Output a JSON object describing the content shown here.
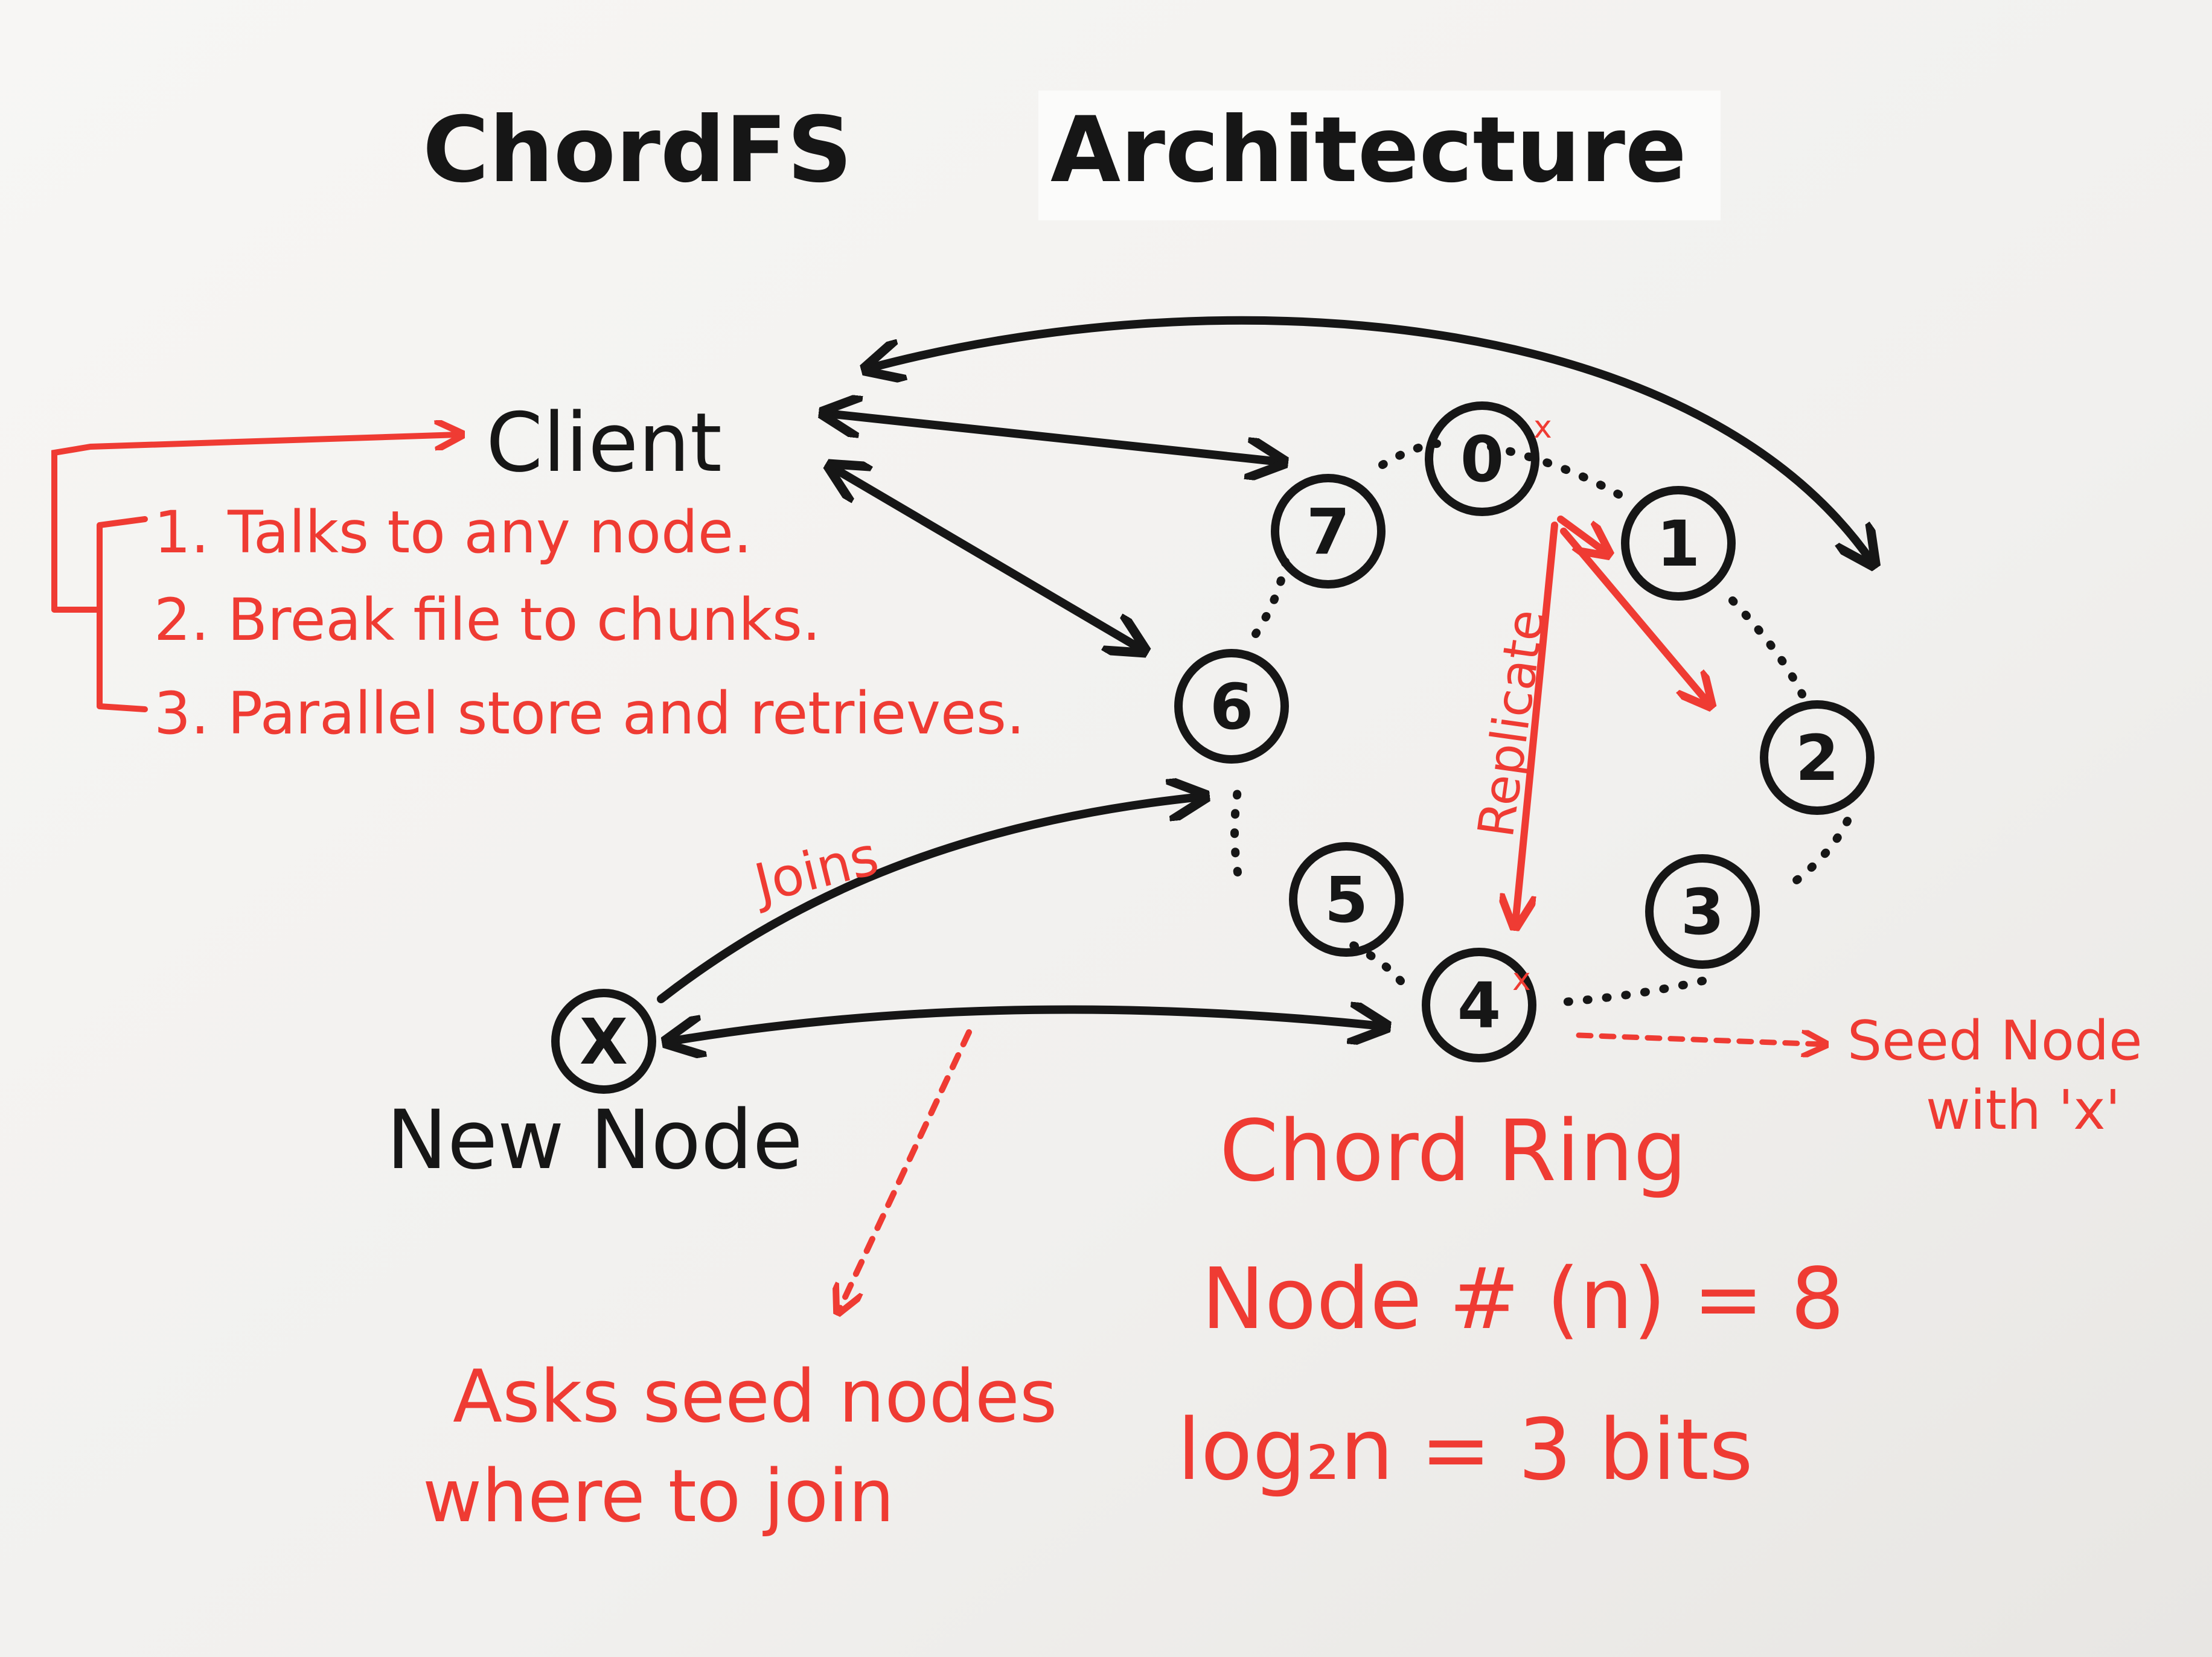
{
  "title": {
    "left": "ChordFS",
    "right": "Architecture"
  },
  "client": {
    "label": "Client",
    "notes": [
      "1. Talks to any node.",
      "2. Break file to chunks.",
      "3. Parallel store and retrieves."
    ]
  },
  "ring": {
    "nodes": [
      {
        "id": "node-0",
        "label": "0",
        "seed": true
      },
      {
        "id": "node-1",
        "label": "1",
        "seed": false
      },
      {
        "id": "node-2",
        "label": "2",
        "seed": false
      },
      {
        "id": "node-3",
        "label": "3",
        "seed": false
      },
      {
        "id": "node-4",
        "label": "4",
        "seed": true
      },
      {
        "id": "node-5",
        "label": "5",
        "seed": false
      },
      {
        "id": "node-6",
        "label": "6",
        "seed": false
      },
      {
        "id": "node-7",
        "label": "7",
        "seed": false
      }
    ],
    "seed_mark": "x",
    "replicate_label": "Replicate"
  },
  "new_node": {
    "symbol": "X",
    "label": "New Node",
    "join_label": "Joins"
  },
  "annotations": {
    "asks_line1": "Asks seed nodes",
    "asks_line2": "where to join",
    "seed_line1": "Seed Node",
    "seed_line2": "with 'x'",
    "chord_ring": "Chord Ring",
    "node_count": "Node # (n) = 8",
    "log_bits": "log₂n = 3 bits"
  },
  "colors": {
    "ink": "#161616",
    "marker_red": "#ef3b33",
    "board": "#f4f3f1",
    "frame": "#d9d6d2"
  }
}
